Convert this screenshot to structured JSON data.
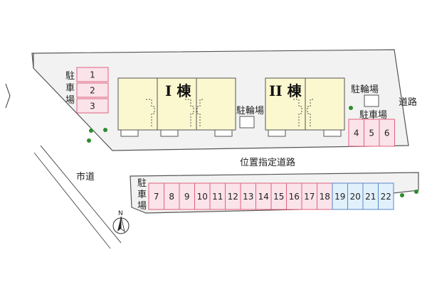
{
  "labels": {
    "building_1": "I 棟",
    "building_2": "II 棟",
    "bicycle_parking": "駐輪場",
    "parking": "駐車場",
    "road_side": "道路",
    "city_road": "市道",
    "designated_road": "位置指定道路",
    "north": "N"
  },
  "parking_top_left": [
    "1",
    "2",
    "3"
  ],
  "parking_right": [
    "4",
    "5",
    "6"
  ],
  "parking_bottom_pink": [
    "7",
    "8",
    "9",
    "10",
    "11",
    "12",
    "13",
    "14",
    "15",
    "16",
    "17",
    "18"
  ],
  "parking_bottom_blue": [
    "19",
    "20",
    "21",
    "22"
  ],
  "colors": {
    "pink_fill": "#fbe3ea",
    "pink_border": "#e0607e",
    "blue_fill": "#e1f1fb",
    "blue_border": "#5a86c9",
    "building_fill": "#fbf7cf",
    "site_fill": "#f2f2f2",
    "tree": "#2e8b2e"
  }
}
